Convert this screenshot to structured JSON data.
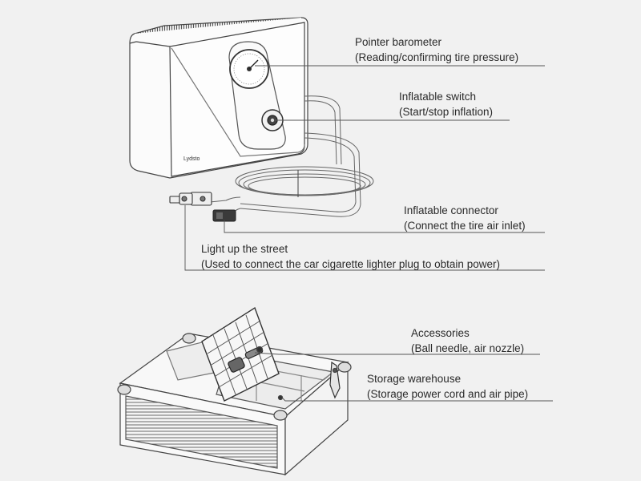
{
  "brand_label": "Lydsto",
  "callouts": {
    "barometer": {
      "title": "Pointer barometer",
      "desc": "(Reading/confirming tire pressure)"
    },
    "switch": {
      "title": "Inflatable switch",
      "desc": "(Start/stop inflation)"
    },
    "connector": {
      "title": "Inflatable connector",
      "desc": "(Connect the tire air inlet)"
    },
    "light": {
      "title": "Light up the street",
      "desc": "(Used to connect the car cigarette lighter plug to obtain power)"
    },
    "accessories": {
      "title": "Accessories",
      "desc": "(Ball needle, air nozzle)"
    },
    "storage": {
      "title": "Storage warehouse",
      "desc": "(Storage power cord and air pipe)"
    }
  }
}
